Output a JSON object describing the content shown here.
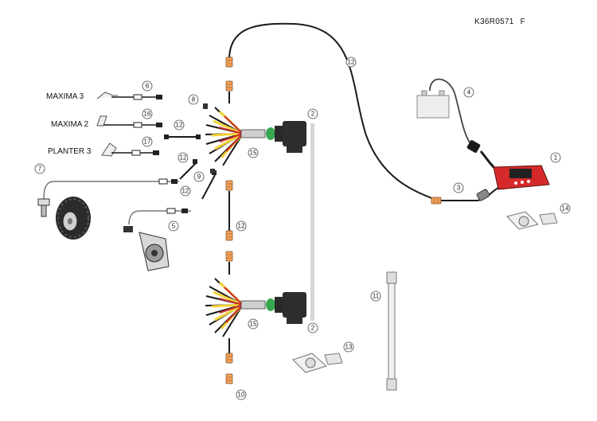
{
  "doc": {
    "code": "K36R0571",
    "revision": "F"
  },
  "models": [
    "MAXIMA 3",
    "MAXIMA 2",
    "PLANTER 3"
  ],
  "callouts": {
    "c1": "1",
    "c2a": "2",
    "c2b": "2",
    "c3": "3",
    "c4": "4",
    "c5": "5",
    "c6": "6",
    "c7": "7",
    "c8": "8",
    "c9": "9",
    "c10": "10",
    "c11": "11",
    "c12a": "12",
    "c12b": "12",
    "c12c": "12",
    "c12d": "12",
    "c12e": "12",
    "c13": "13",
    "c14": "14",
    "c15a": "15",
    "c15b": "15",
    "c16": "16",
    "c17": "17"
  },
  "colors": {
    "monitor": "#d42a2a",
    "wire_yellow": "#f3d23a",
    "wire_red": "#c92a2a",
    "connector": "#f4a15a",
    "sealant": "#38a850"
  }
}
